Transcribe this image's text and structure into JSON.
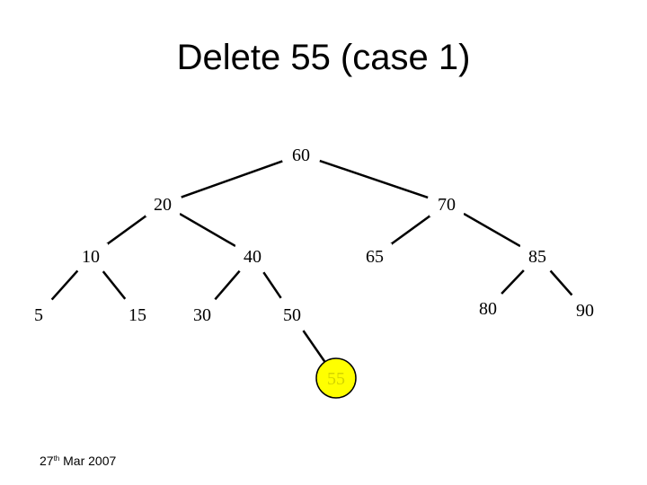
{
  "slide": {
    "title": "Delete 55 (case 1)",
    "footer_day": "27",
    "footer_ordinal": "th",
    "footer_rest": " Mar 2007"
  },
  "tree": {
    "colors": {
      "node_fill": "#ffffff",
      "stroke": "#000000",
      "highlight_fill": "#ffff00",
      "highlight_text": "#d4d400"
    },
    "nodes": [
      {
        "id": "n60",
        "label": "60"
      },
      {
        "id": "n20",
        "label": "20"
      },
      {
        "id": "n70",
        "label": "70"
      },
      {
        "id": "n10",
        "label": "10"
      },
      {
        "id": "n40",
        "label": "40"
      },
      {
        "id": "n65",
        "label": "65"
      },
      {
        "id": "n85",
        "label": "85"
      },
      {
        "id": "n5",
        "label": "5"
      },
      {
        "id": "n15",
        "label": "15"
      },
      {
        "id": "n30",
        "label": "30"
      },
      {
        "id": "n50",
        "label": "50"
      },
      {
        "id": "n80",
        "label": "80"
      },
      {
        "id": "n90",
        "label": "90"
      },
      {
        "id": "n55",
        "label": "55",
        "highlighted": true
      }
    ],
    "edges": [
      [
        "n60",
        "n20"
      ],
      [
        "n60",
        "n70"
      ],
      [
        "n20",
        "n10"
      ],
      [
        "n20",
        "n40"
      ],
      [
        "n70",
        "n65"
      ],
      [
        "n70",
        "n85"
      ],
      [
        "n10",
        "n5"
      ],
      [
        "n10",
        "n15"
      ],
      [
        "n40",
        "n30"
      ],
      [
        "n40",
        "n50"
      ],
      [
        "n85",
        "n80"
      ],
      [
        "n85",
        "n90"
      ],
      [
        "n50",
        "n55"
      ]
    ]
  }
}
